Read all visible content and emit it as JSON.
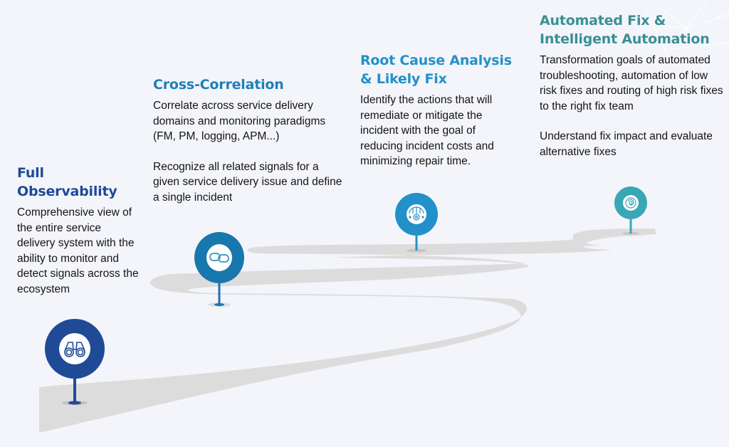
{
  "diagram": {
    "type": "roadmap",
    "colors": {
      "background": "#f4f5fa",
      "road": "#dcdcdc",
      "stage_1": "#1f4a96",
      "stage_2": "#1877ad",
      "stage_3": "#2291c9",
      "stage_4": "#3aa7b6"
    },
    "stages": [
      {
        "title_line1": "Full",
        "title_line2": "Observability",
        "icon": "binoculars-icon",
        "paragraphs": [
          "Comprehensive view of the entire service delivery system with the ability to monitor and detect signals across the ecosystem"
        ]
      },
      {
        "title_line1": "Cross-Correlation",
        "title_line2": "",
        "icon": "chain-link-icon",
        "paragraphs": [
          "Correlate across service delivery domains and monitoring paradigms (FM, PM, logging, APM...)",
          "Recognize all related signals for a given service delivery issue and define a single incident"
        ]
      },
      {
        "title_line1": "Root Cause Analysis",
        "title_line2": "& Likely Fix",
        "icon": "globe-gear-icon",
        "paragraphs": [
          "Identify the actions that will remediate or mitigate the incident with the goal of reducing incident costs and minimizing repair time."
        ]
      },
      {
        "title_line1": "Automated Fix &",
        "title_line2": "Intelligent Automation",
        "icon": "brain-automation-icon",
        "paragraphs": [
          "Transformation goals of automated troubleshooting, automation of low risk fixes and routing of high risk fixes to the right fix team",
          "Understand fix impact and evaluate alternative fixes"
        ]
      }
    ]
  }
}
